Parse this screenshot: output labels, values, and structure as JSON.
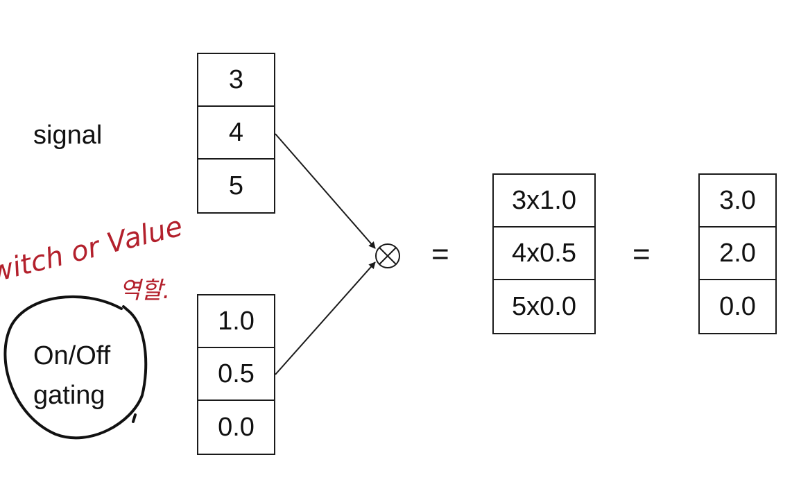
{
  "signal_label": "signal",
  "gating_label": [
    "On/Off",
    "gating"
  ],
  "signal_vector": [
    "3",
    "4",
    "5"
  ],
  "gate_vector": [
    "1.0",
    "0.5",
    "0.0"
  ],
  "operator": "⊗",
  "equals": "=",
  "product_vector": [
    "3x1.0",
    "4x0.5",
    "5x0.0"
  ],
  "result_vector": [
    "3.0",
    "2.0",
    "0.0"
  ],
  "handwritten_note": {
    "line1": "switch or Value",
    "line2": "역할.",
    "color": "#b3202c"
  }
}
